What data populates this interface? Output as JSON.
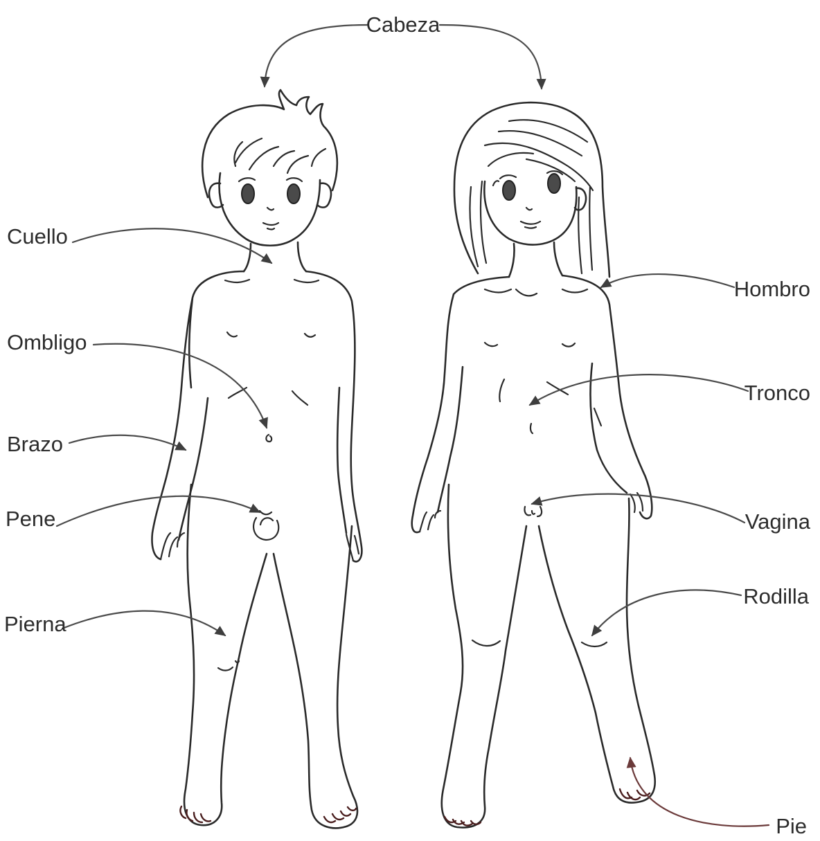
{
  "labels": {
    "head": "Cabeza",
    "neck": "Cuello",
    "navel": "Ombligo",
    "arm": "Brazo",
    "penis": "Pene",
    "leg": "Pierna",
    "shoulder": "Hombro",
    "trunk": "Tronco",
    "vagina": "Vagina",
    "knee": "Rodilla",
    "foot": "Pie"
  },
  "colors": {
    "outline": "#2a2a2a",
    "foot_outline": "#4a1e1e",
    "arrow": "#4a4a4a",
    "label": "#2c2c2c"
  }
}
